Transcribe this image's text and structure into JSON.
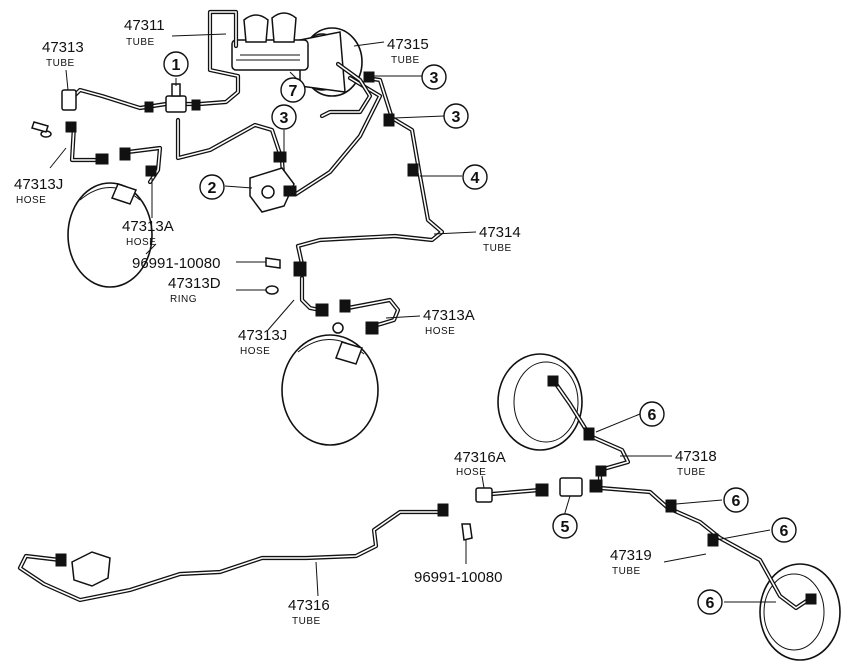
{
  "labels": {
    "t47311": {
      "pn": "47311",
      "sub": "TUBE"
    },
    "t47313": {
      "pn": "47313",
      "sub": "TUBE"
    },
    "t47315": {
      "pn": "47315",
      "sub": "TUBE"
    },
    "h47313J_a": {
      "pn": "47313J",
      "sub": "HOSE"
    },
    "h47313A_a": {
      "pn": "47313A",
      "sub": "HOSE"
    },
    "c96991_a": {
      "pn": "96991-10080"
    },
    "r47313D": {
      "pn": "47313D",
      "sub": "RING"
    },
    "h47313J_b": {
      "pn": "47313J",
      "sub": "HOSE"
    },
    "h47313A_b": {
      "pn": "47313A",
      "sub": "HOSE"
    },
    "t47314": {
      "pn": "47314",
      "sub": "TUBE"
    },
    "h47316A": {
      "pn": "47316A",
      "sub": "HOSE"
    },
    "t47318": {
      "pn": "47318",
      "sub": "TUBE"
    },
    "t47319": {
      "pn": "47319",
      "sub": "TUBE"
    },
    "t47316": {
      "pn": "47316",
      "sub": "TUBE"
    },
    "c96991_b": {
      "pn": "96991-10080"
    }
  },
  "callouts": {
    "c1": "1",
    "c2": "2",
    "c3a": "3",
    "c3b": "3",
    "c3c": "3",
    "c4": "4",
    "c5": "5",
    "c6a": "6",
    "c6b": "6",
    "c6c": "6",
    "c6d": "6",
    "c7": "7"
  }
}
